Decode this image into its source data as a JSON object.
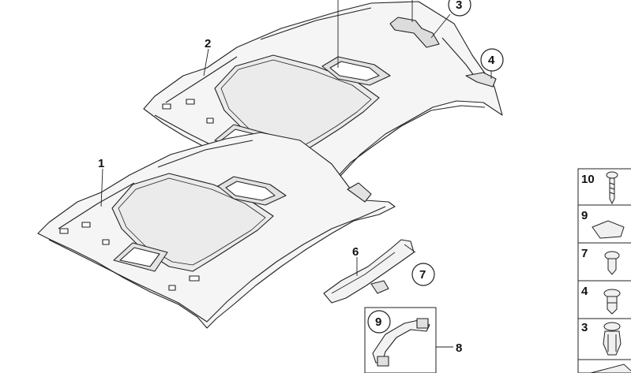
{
  "callouts": {
    "c1": "1",
    "c2": "2",
    "c3": "3",
    "c4": "4",
    "c6": "6",
    "c7": "7",
    "c8": "8",
    "c9": "9"
  },
  "legend": [
    "10",
    "9",
    "7",
    "4",
    "3"
  ],
  "colors": {
    "line": "#222222",
    "panel_fill": "#f4f4f4",
    "window_fill": "#e9e9e9"
  }
}
